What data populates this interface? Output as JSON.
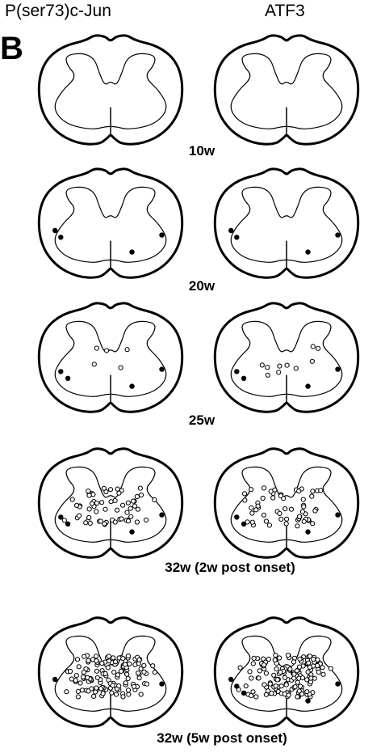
{
  "panel_label": "B",
  "columns": [
    "P(ser73)c-Jun",
    "ATF3"
  ],
  "timepoints": [
    {
      "label": "10w",
      "scatter": [
        [],
        []
      ],
      "filled": [
        [],
        []
      ]
    },
    {
      "label": "20w",
      "scatter": [
        [],
        []
      ],
      "filled": [
        [
          4,
          0
        ],
        [
          4,
          0
        ]
      ]
    },
    {
      "label": "25w",
      "scatter": [
        [
          5,
          1
        ],
        [
          10,
          2
        ]
      ],
      "filled": [
        [
          4,
          1
        ],
        [
          4,
          1
        ]
      ]
    },
    {
      "label": "32w (2w post onset)",
      "scatter": [
        [
          60,
          3
        ],
        [
          55,
          3
        ]
      ],
      "filled": [
        [
          4,
          1
        ],
        [
          4,
          1
        ]
      ]
    },
    {
      "label": "32w (5w post onset)",
      "scatter": [
        [
          130,
          4
        ],
        [
          140,
          4
        ]
      ],
      "filled": [
        [
          2,
          0
        ],
        [
          5,
          0
        ]
      ]
    }
  ],
  "colors": {
    "ink": "#000000",
    "background": "#ffffff"
  }
}
